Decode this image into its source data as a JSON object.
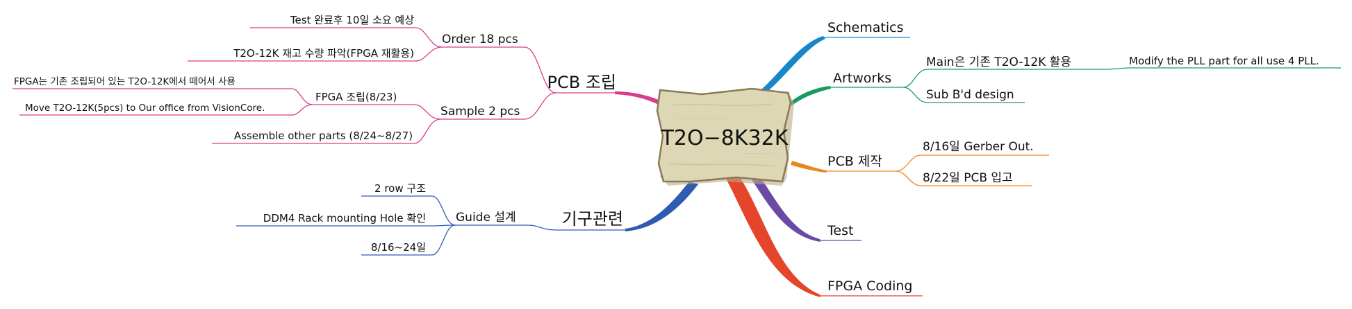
{
  "colors": {
    "center_fill": "#ded7b6",
    "center_edge": "#8a7a55",
    "schematics": "#1688c9",
    "artworks": "#1a9a63",
    "pcb_make": "#e8891f",
    "test": "#6b4aa6",
    "fpga_coding": "#e5452a",
    "pcb_assy": "#d93c8c",
    "mech": "#2f5cb0"
  },
  "center": {
    "title": "T2O−8K32K"
  },
  "right": {
    "schematics": {
      "label": "Schematics"
    },
    "artworks": {
      "label": "Artworks",
      "main": "Main은 기존 T2O-12K 활용",
      "main_detail": "Modify the PLL part for all use 4 PLL.",
      "sub": "Sub B'd design"
    },
    "pcb_make": {
      "label": "PCB 제작",
      "gerber": "8/16일 Gerber Out.",
      "pcb_in": "8/22일 PCB 입고"
    },
    "test": {
      "label": "Test"
    },
    "fpga_coding": {
      "label": "FPGA Coding"
    }
  },
  "left": {
    "pcb_assy": {
      "label": "PCB 조립",
      "order": {
        "label": "Order 18 pcs",
        "test_after": "Test 완료후 10일 소요 예상",
        "stock_check": "T2O-12K 재고 수량 파악(FPGA 재활용)"
      },
      "sample": {
        "label": "Sample 2 pcs",
        "fpga": {
          "label": "FPGA 조립(8/23)",
          "reuse": "FPGA는 기존 조립되어 있는 T2O-12K에서 떼어서 사용",
          "move": "Move T2O-12K(5pcs) to Our office from VisionCore."
        },
        "other": "Assemble other parts (8/24~8/27)"
      }
    },
    "mech": {
      "label": "기구관련",
      "guide": {
        "label": "Guide 설계",
        "row": "2 row 구조",
        "hole": "DDM4 Rack mounting Hole 확인",
        "date": "8/16~24일"
      }
    }
  }
}
